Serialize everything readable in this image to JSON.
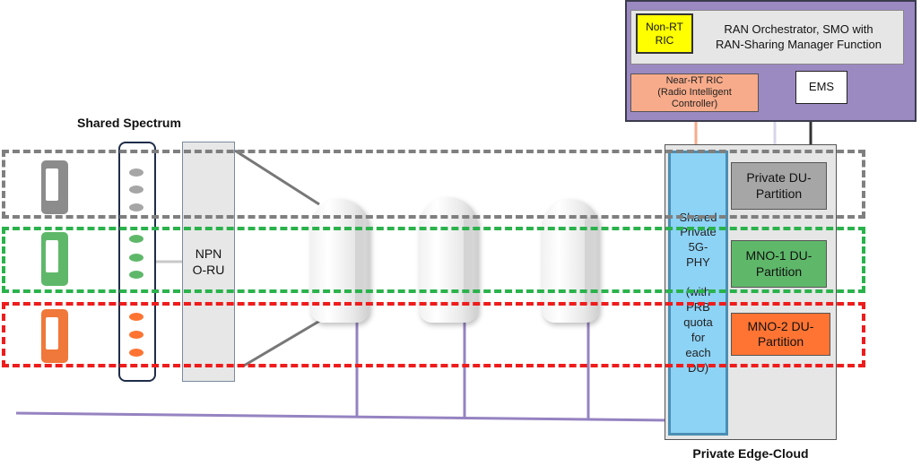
{
  "colors": {
    "grey": "#7f7f7f",
    "green": "#2ab24b",
    "red": "#ee1c1c",
    "purple": "#9b89c2",
    "yellow": "#ffff00",
    "salmon": "#f8ab8a",
    "light_blue": "#8dd3f6",
    "du_grey": "#a6a6a6",
    "du_green": "#5fb86a",
    "du_orange": "#ff7433"
  },
  "labels": {
    "shared_spectrum": "Shared Spectrum",
    "npn_line1": "NPN",
    "npn_line2": "O-RU",
    "non_rt_line1": "Non-RT",
    "non_rt_line2": "RIC",
    "orchestrator_line1": "RAN Orchestrator, SMO with",
    "orchestrator_line2": "RAN-Sharing Manager Function",
    "near_rt_line1": "Near-RT RIC",
    "near_rt_line2": "(Radio Intelligent",
    "near_rt_line3": "Controller)",
    "ems": "EMS",
    "shared_phy": [
      "Shared",
      "Private",
      "5G-",
      "PHY",
      "",
      "(with",
      "PRB",
      "quota",
      "for",
      "each",
      "DU)"
    ],
    "private_du_line1": "Private DU-",
    "private_du_line2": "Partition",
    "mno1_line1": "MNO-1 DU-",
    "mno1_line2": "Partition",
    "mno2_line1": "MNO-2 DU-",
    "mno2_line2": "Partition",
    "edge_cloud": "Private Edge-Cloud"
  }
}
